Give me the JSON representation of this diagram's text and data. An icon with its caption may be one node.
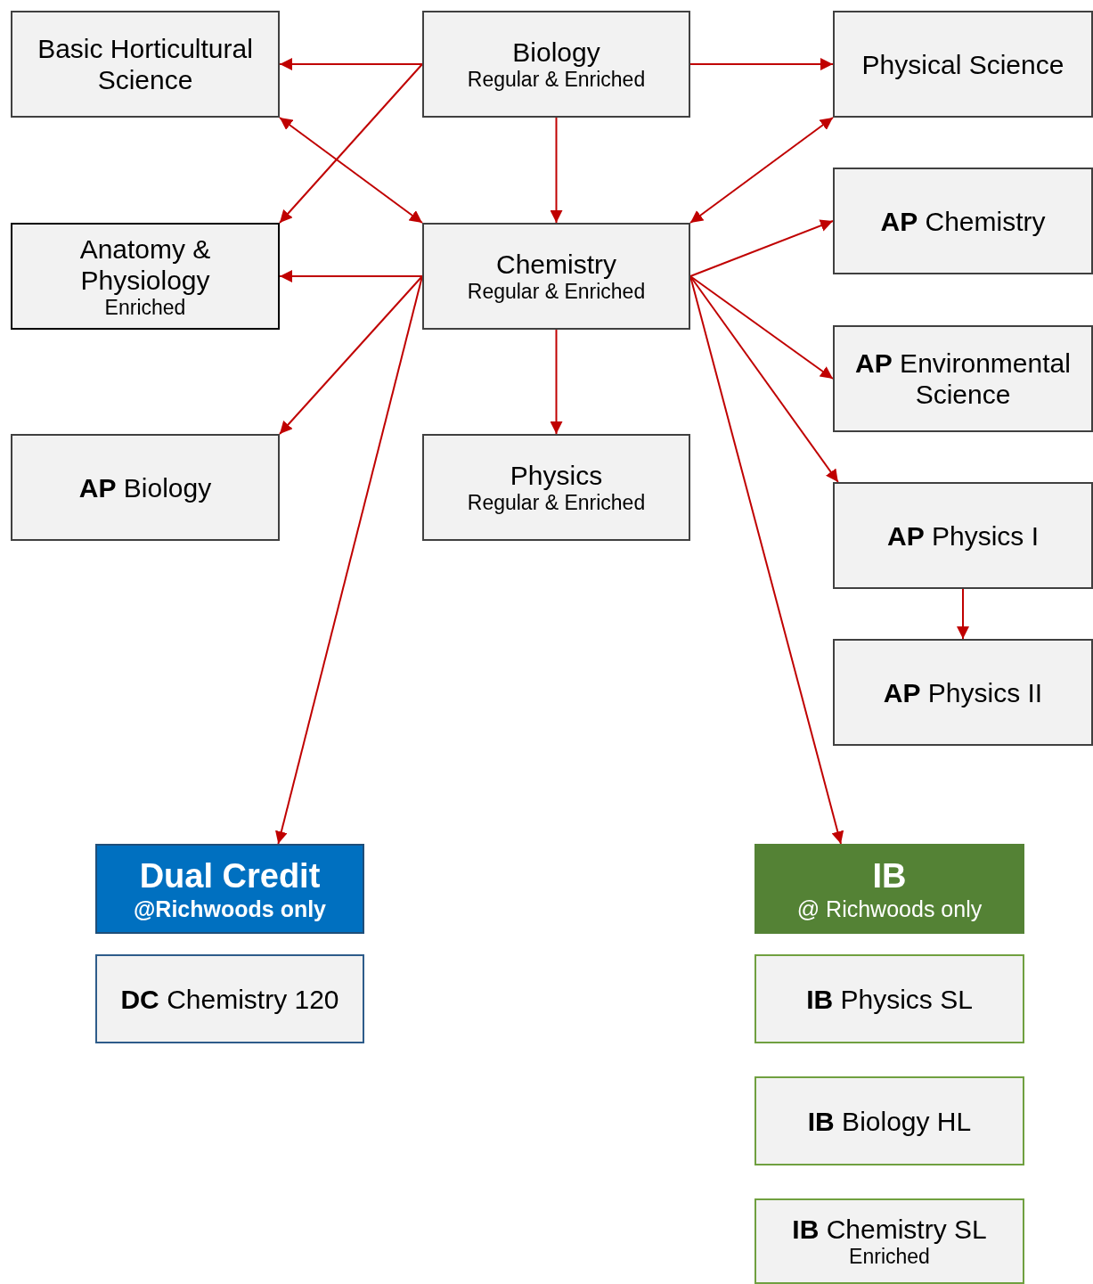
{
  "diagram": {
    "nodes": [
      {
        "text": [
          "Basic Horticultural Science"
        ]
      },
      {
        "text": [
          "Biology",
          "Regular & Enriched"
        ]
      },
      {
        "text": [
          "Physical Science"
        ]
      },
      {
        "text": [
          "Anatomy & Physiology",
          "Enriched"
        ]
      },
      {
        "text": [
          "Chemistry",
          "Regular & Enriched"
        ]
      },
      {
        "text": [
          "**AP** Chemistry"
        ]
      },
      {
        "text": [
          "**AP** Environmental Science"
        ]
      },
      {
        "text": [
          "**AP** Biology"
        ]
      },
      {
        "text": [
          "Physics",
          "Regular & Enriched"
        ]
      },
      {
        "text": [
          "**AP** Physics I"
        ]
      },
      {
        "text": [
          "**AP** Physics II"
        ]
      },
      {
        "text": [
          "Dual Credit",
          "@Richwoods only"
        ]
      },
      {
        "text": [
          "**DC** Chemistry 120"
        ]
      },
      {
        "text": [
          "IB",
          "@ Richwoods only"
        ]
      },
      {
        "text": [
          "**IB** Physics SL"
        ]
      },
      {
        "text": [
          "**IB** Biology HL"
        ]
      },
      {
        "text": [
          "**IB** Chemistry SL",
          "Enriched"
        ]
      }
    ],
    "edges": [
      {
        "from": 1,
        "to": 0,
        "arrow": "to"
      },
      {
        "from": 1,
        "to": 2,
        "arrow": "to"
      },
      {
        "from": 1,
        "to": 4,
        "arrow": "to"
      },
      {
        "from": 1,
        "to": 3,
        "arrow": "to"
      },
      {
        "from": 0,
        "to": 4,
        "arrow": "both"
      },
      {
        "from": 2,
        "to": 4,
        "arrow": "both"
      },
      {
        "from": 4,
        "to": 3,
        "arrow": "to"
      },
      {
        "from": 4,
        "to": 7,
        "arrow": "to"
      },
      {
        "from": 4,
        "to": 8,
        "arrow": "to"
      },
      {
        "from": 4,
        "to": 11,
        "arrow": "to"
      },
      {
        "from": 4,
        "to": 5,
        "arrow": "to"
      },
      {
        "from": 4,
        "to": 6,
        "arrow": "to"
      },
      {
        "from": 4,
        "to": 9,
        "arrow": "to"
      },
      {
        "from": 4,
        "to": 13,
        "arrow": "to"
      },
      {
        "from": 9,
        "to": 10,
        "arrow": "to"
      }
    ]
  }
}
